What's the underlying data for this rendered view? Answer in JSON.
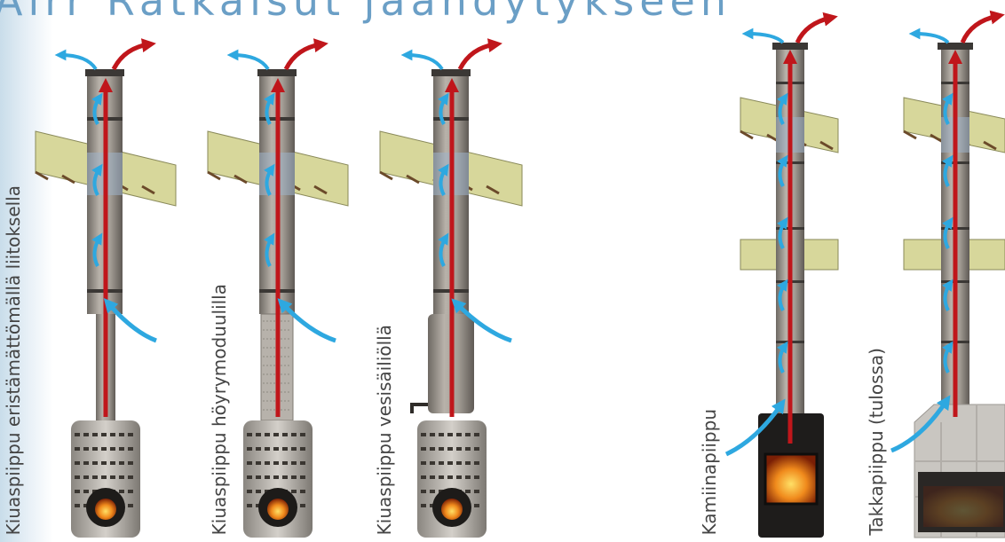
{
  "title": "Airr Ratkaisut jäähdytykseen",
  "colors": {
    "title": "#6b9fc6",
    "hot_air": "#c0161b",
    "cool_air": "#2ea8e0",
    "insulation": "#d7d79b",
    "pipe": "#9a938b"
  },
  "products": [
    {
      "label": "Kiuaspiippu eristämättömällä liitoksella"
    },
    {
      "label": "Kiuaspiippu höyrymoduulilla"
    },
    {
      "label": "Kiuaspiippu vesisäiliöllä"
    },
    {
      "label": "Kamiinapiippu"
    },
    {
      "label": "Takkapiippu (tulossa)"
    }
  ]
}
